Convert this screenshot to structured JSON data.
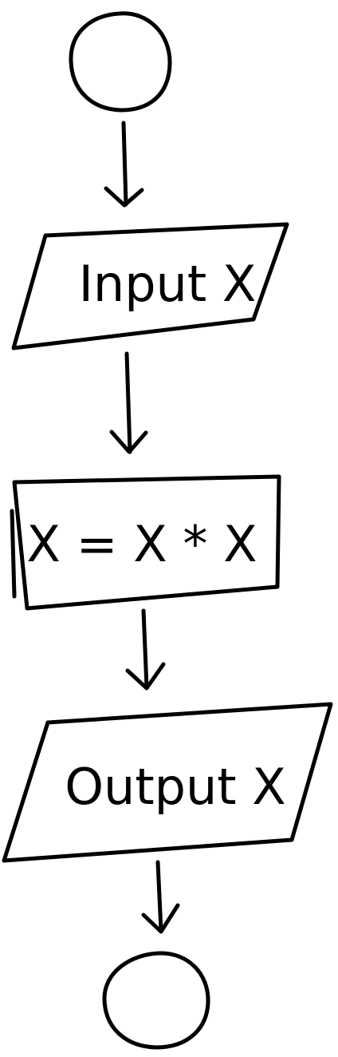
{
  "flowchart": {
    "start_terminal": "",
    "input_node": {
      "shape": "parallelogram",
      "label": "Input X"
    },
    "process_node": {
      "shape": "rectangle",
      "label": "X = X * X"
    },
    "output_node": {
      "shape": "parallelogram",
      "label": "Output X"
    },
    "end_terminal": ""
  },
  "style": {
    "ink_color": "#000000",
    "background": "#ffffff"
  }
}
